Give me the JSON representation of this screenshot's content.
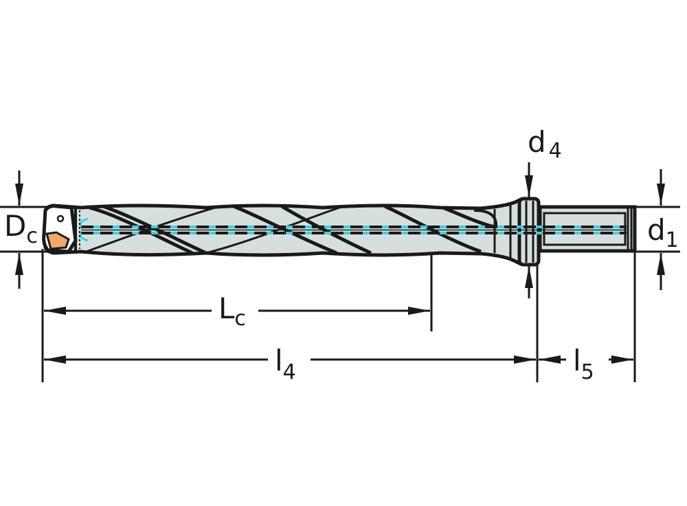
{
  "diagram": {
    "type": "technical-drawing",
    "subject": "indexable insert drill with coolant channel",
    "colors": {
      "outline": "#1a1a1a",
      "body_fill": "#d6dfde",
      "coolant": "#38d3e0",
      "insert": "#f0a868",
      "background": "#ffffff"
    },
    "dimensions": {
      "Dc": {
        "main": "D",
        "sub": "c",
        "meaning": "cutting diameter"
      },
      "d1": {
        "main": "d",
        "sub": "1",
        "meaning": "shank diameter"
      },
      "d4": {
        "main": "d",
        "sub": "4",
        "meaning": "flange diameter"
      },
      "Lc": {
        "main": "L",
        "sub": "c",
        "meaning": "max cutting depth"
      },
      "l4": {
        "main": "l",
        "sub": "4",
        "meaning": "functional length"
      },
      "l5": {
        "main": "l",
        "sub": "5",
        "meaning": "shank length"
      }
    }
  }
}
